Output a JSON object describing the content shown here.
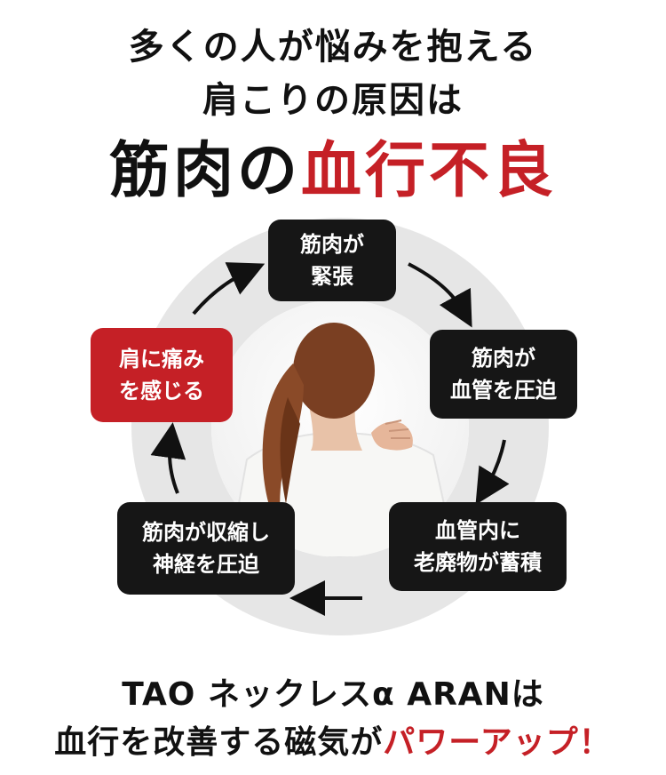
{
  "headline": {
    "line1": "多くの人が悩みを抱える",
    "line2": "肩こりの原因は",
    "line3_black": "筋肉の",
    "line3_red": "血行不良"
  },
  "cycle": {
    "steps": [
      "筋肉が\n緊張",
      "筋肉が\n血管を圧迫",
      "血管内に\n老廃物が蓄積",
      "筋肉が収縮し\n神経を圧迫",
      "肩に痛み\nを感じる"
    ],
    "colors": {
      "dark": "#161616",
      "red": "#c52026",
      "ring": "#e6e6e6"
    }
  },
  "footer": {
    "line1": "TAO ネックレスα ARANは",
    "line2_black": "血行を改善する磁気が",
    "line2_red": "パワーアップ！"
  }
}
